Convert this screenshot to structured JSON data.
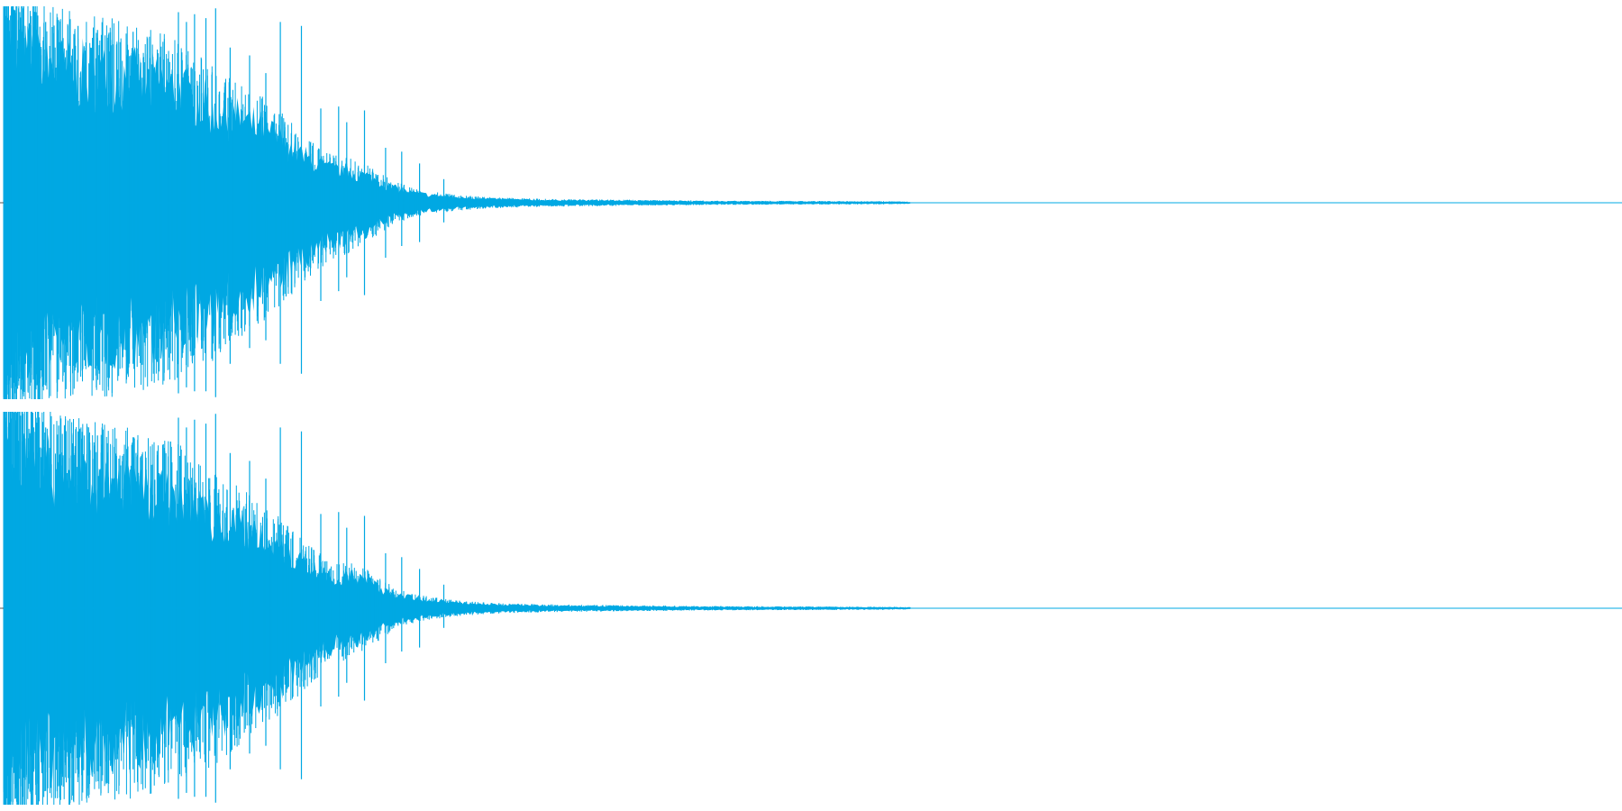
{
  "chart_data": {
    "type": "area",
    "title": "",
    "xlabel": "",
    "ylabel": "",
    "grid": false,
    "legend": "none",
    "x_range": [
      0,
      1
    ],
    "y_range": [
      -1,
      1
    ],
    "color": "#00a8e3",
    "channels": [
      {
        "envelope": {
          "x": [
            0.0,
            0.01,
            0.04,
            0.08,
            0.11,
            0.13,
            0.15,
            0.17,
            0.185,
            0.2,
            0.215,
            0.225,
            0.24,
            0.255,
            0.27,
            0.28,
            0.29,
            0.3,
            0.32,
            0.34,
            0.38,
            0.42,
            0.46,
            0.5,
            0.54,
            0.56,
            0.561,
            1.0
          ],
          "upper": [
            0.95,
            0.95,
            0.85,
            0.8,
            0.72,
            0.6,
            0.52,
            0.42,
            0.3,
            0.22,
            0.2,
            0.17,
            0.1,
            0.06,
            0.045,
            0.035,
            0.03,
            0.025,
            0.02,
            0.017,
            0.014,
            0.011,
            0.009,
            0.008,
            0.007,
            0.006,
            0.0,
            0.0
          ],
          "lower": [
            0.95,
            0.95,
            0.88,
            0.85,
            0.78,
            0.7,
            0.58,
            0.48,
            0.38,
            0.26,
            0.22,
            0.18,
            0.1,
            0.06,
            0.045,
            0.035,
            0.03,
            0.025,
            0.02,
            0.017,
            0.014,
            0.011,
            0.009,
            0.008,
            0.007,
            0.006,
            0.0,
            0.0
          ]
        },
        "peaks": [
          {
            "x": 0.003,
            "up": 1.0,
            "down": 1.0
          },
          {
            "x": 0.007,
            "up": 0.98,
            "down": 0.97
          },
          {
            "x": 0.012,
            "up": 0.99,
            "down": 0.96
          },
          {
            "x": 0.02,
            "up": 0.97,
            "down": 0.95
          },
          {
            "x": 0.026,
            "up": 0.92,
            "down": 0.93
          },
          {
            "x": 0.034,
            "up": 0.93,
            "down": 0.9
          },
          {
            "x": 0.046,
            "up": 0.9,
            "down": 0.86
          },
          {
            "x": 0.058,
            "up": 0.88,
            "down": 0.83
          },
          {
            "x": 0.064,
            "up": 0.84,
            "down": 0.89
          },
          {
            "x": 0.08,
            "up": 0.87,
            "down": 0.82
          },
          {
            "x": 0.095,
            "up": 0.78,
            "down": 0.81
          },
          {
            "x": 0.108,
            "up": 0.97,
            "down": 0.97
          },
          {
            "x": 0.113,
            "up": 0.92,
            "down": 0.94
          },
          {
            "x": 0.118,
            "up": 0.96,
            "down": 0.96
          },
          {
            "x": 0.125,
            "up": 0.94,
            "down": 0.96
          },
          {
            "x": 0.131,
            "up": 0.99,
            "down": 0.99
          },
          {
            "x": 0.14,
            "up": 0.79,
            "down": 0.82
          },
          {
            "x": 0.152,
            "up": 0.75,
            "down": 0.74
          },
          {
            "x": 0.162,
            "up": 0.66,
            "down": 0.7
          },
          {
            "x": 0.171,
            "up": 0.92,
            "down": 0.82
          },
          {
            "x": 0.184,
            "up": 0.9,
            "down": 0.87
          },
          {
            "x": 0.196,
            "up": 0.48,
            "down": 0.5
          },
          {
            "x": 0.207,
            "up": 0.49,
            "down": 0.45
          },
          {
            "x": 0.212,
            "up": 0.41,
            "down": 0.38
          },
          {
            "x": 0.223,
            "up": 0.47,
            "down": 0.47
          },
          {
            "x": 0.236,
            "up": 0.28,
            "down": 0.28
          },
          {
            "x": 0.246,
            "up": 0.26,
            "down": 0.22
          },
          {
            "x": 0.257,
            "up": 0.2,
            "down": 0.2
          },
          {
            "x": 0.272,
            "up": 0.12,
            "down": 0.1
          }
        ]
      },
      {
        "envelope": {
          "x": [
            0.0,
            0.01,
            0.04,
            0.08,
            0.11,
            0.13,
            0.15,
            0.17,
            0.185,
            0.2,
            0.215,
            0.225,
            0.24,
            0.255,
            0.27,
            0.28,
            0.29,
            0.3,
            0.32,
            0.34,
            0.38,
            0.42,
            0.46,
            0.5,
            0.54,
            0.56,
            0.561,
            1.0
          ],
          "upper": [
            0.95,
            0.95,
            0.85,
            0.8,
            0.72,
            0.6,
            0.52,
            0.42,
            0.3,
            0.22,
            0.2,
            0.17,
            0.1,
            0.06,
            0.045,
            0.035,
            0.03,
            0.025,
            0.02,
            0.017,
            0.014,
            0.011,
            0.009,
            0.008,
            0.007,
            0.006,
            0.0,
            0.0
          ],
          "lower": [
            0.95,
            0.95,
            0.88,
            0.85,
            0.78,
            0.7,
            0.58,
            0.48,
            0.38,
            0.26,
            0.22,
            0.18,
            0.1,
            0.06,
            0.045,
            0.035,
            0.03,
            0.025,
            0.02,
            0.017,
            0.014,
            0.011,
            0.009,
            0.008,
            0.007,
            0.006,
            0.0,
            0.0
          ]
        },
        "peaks": [
          {
            "x": 0.003,
            "up": 1.0,
            "down": 1.0
          },
          {
            "x": 0.007,
            "up": 0.98,
            "down": 0.97
          },
          {
            "x": 0.012,
            "up": 0.99,
            "down": 0.96
          },
          {
            "x": 0.02,
            "up": 0.97,
            "down": 0.95
          },
          {
            "x": 0.026,
            "up": 0.92,
            "down": 0.93
          },
          {
            "x": 0.034,
            "up": 0.93,
            "down": 0.9
          },
          {
            "x": 0.046,
            "up": 0.9,
            "down": 0.86
          },
          {
            "x": 0.058,
            "up": 0.88,
            "down": 0.83
          },
          {
            "x": 0.064,
            "up": 0.84,
            "down": 0.89
          },
          {
            "x": 0.08,
            "up": 0.87,
            "down": 0.82
          },
          {
            "x": 0.095,
            "up": 0.78,
            "down": 0.81
          },
          {
            "x": 0.108,
            "up": 0.97,
            "down": 0.97
          },
          {
            "x": 0.113,
            "up": 0.92,
            "down": 0.94
          },
          {
            "x": 0.118,
            "up": 0.96,
            "down": 0.96
          },
          {
            "x": 0.125,
            "up": 0.94,
            "down": 0.96
          },
          {
            "x": 0.131,
            "up": 0.99,
            "down": 0.99
          },
          {
            "x": 0.14,
            "up": 0.79,
            "down": 0.82
          },
          {
            "x": 0.152,
            "up": 0.75,
            "down": 0.74
          },
          {
            "x": 0.162,
            "up": 0.66,
            "down": 0.7
          },
          {
            "x": 0.171,
            "up": 0.92,
            "down": 0.82
          },
          {
            "x": 0.184,
            "up": 0.9,
            "down": 0.87
          },
          {
            "x": 0.196,
            "up": 0.48,
            "down": 0.5
          },
          {
            "x": 0.207,
            "up": 0.49,
            "down": 0.45
          },
          {
            "x": 0.212,
            "up": 0.41,
            "down": 0.38
          },
          {
            "x": 0.223,
            "up": 0.47,
            "down": 0.47
          },
          {
            "x": 0.236,
            "up": 0.28,
            "down": 0.28
          },
          {
            "x": 0.246,
            "up": 0.26,
            "down": 0.22
          },
          {
            "x": 0.257,
            "up": 0.2,
            "down": 0.2
          },
          {
            "x": 0.272,
            "up": 0.12,
            "down": 0.1
          }
        ]
      }
    ]
  }
}
